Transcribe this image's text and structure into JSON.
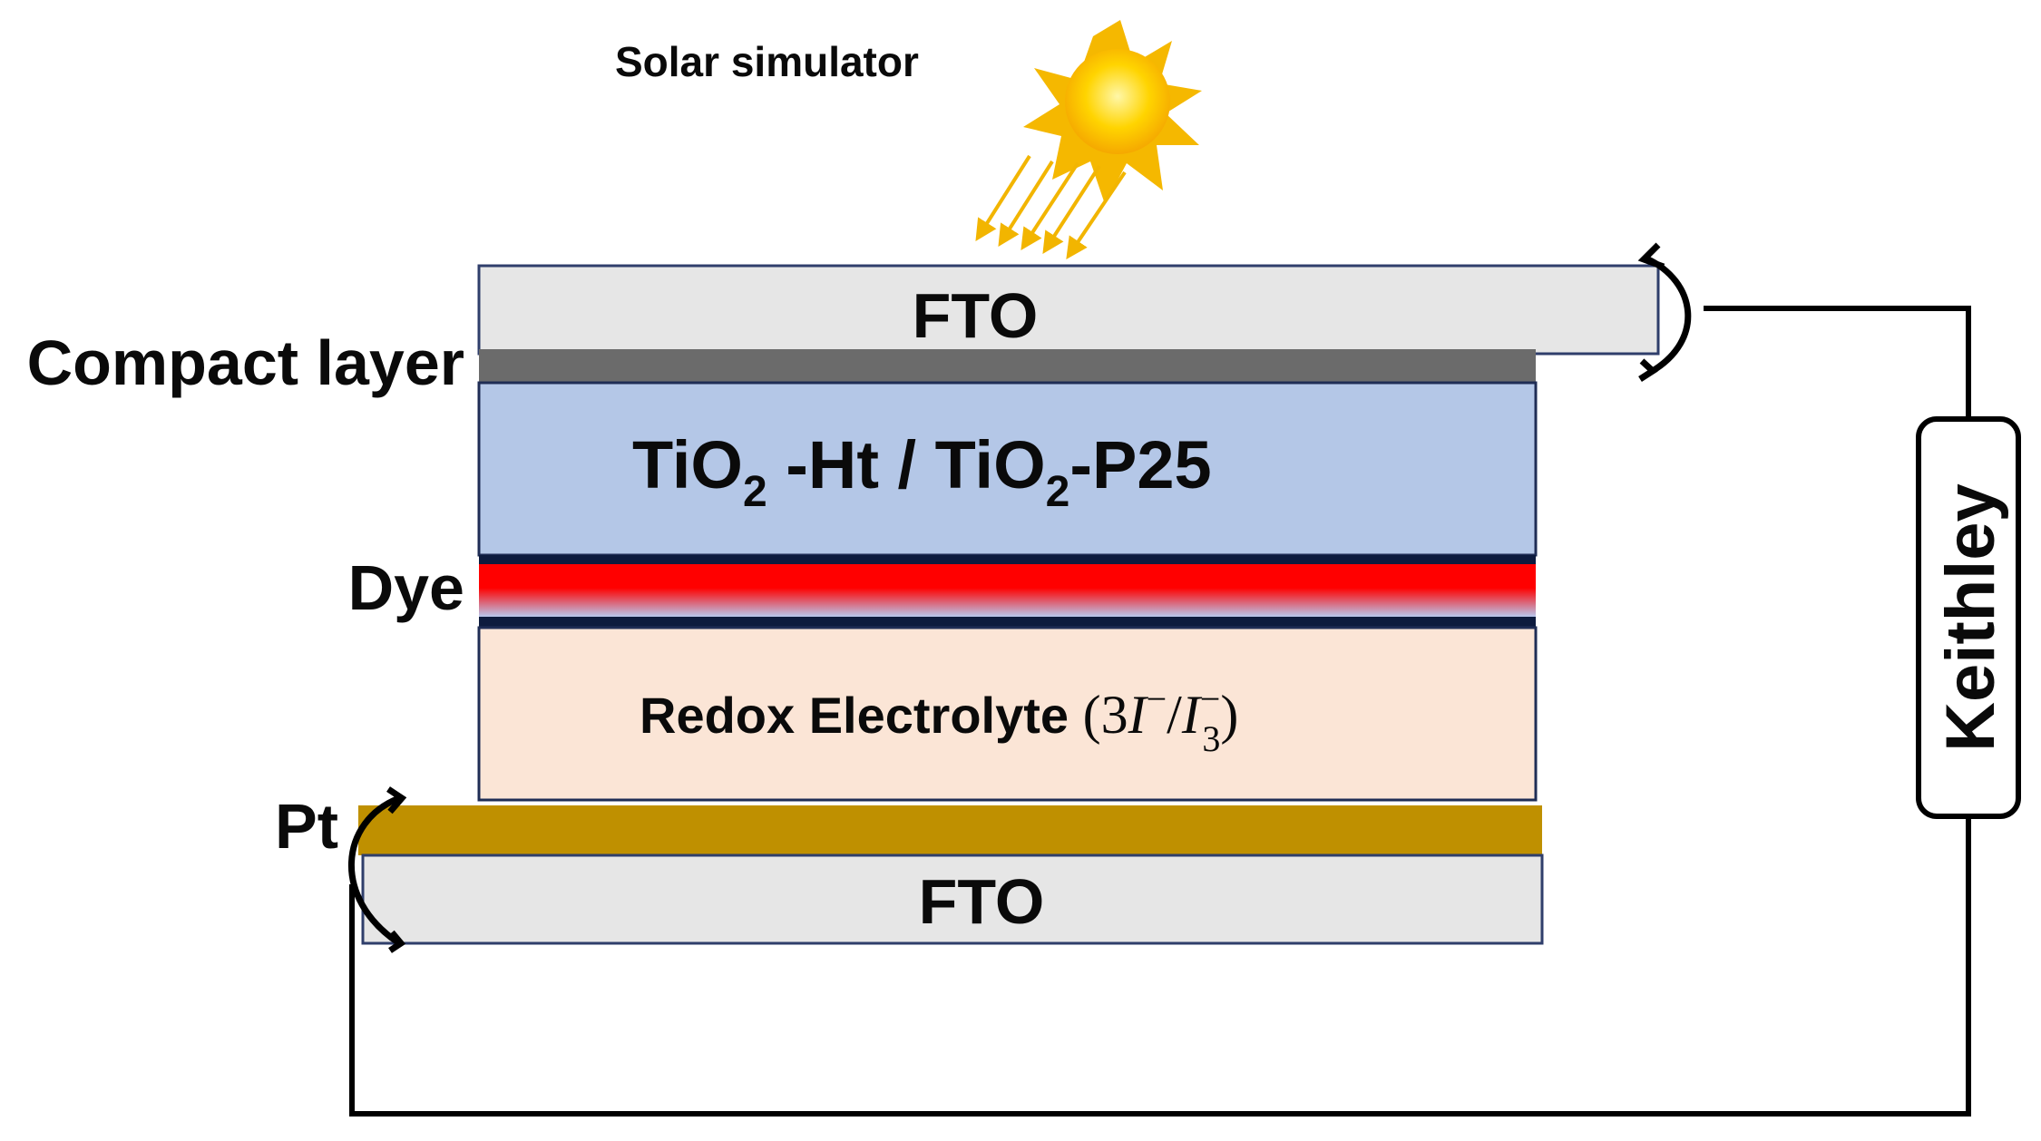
{
  "labels": {
    "solar_simulator": "Solar simulator",
    "fto_top": "FTO",
    "compact_layer": "Compact layer",
    "tio2_part1": "TiO",
    "tio2_sub1": "2",
    "tio2_part2": " -Ht / TiO",
    "tio2_sub2": "2",
    "tio2_part3": "-P25",
    "dye": "Dye",
    "electrolyte_text": "Redox Electrolyte ",
    "electrolyte_formula_open": "(3",
    "electrolyte_formula_i1": "I",
    "electrolyte_formula_sup1": "−",
    "electrolyte_formula_slash": "/",
    "electrolyte_formula_i2": "I",
    "electrolyte_formula_sup2": "−",
    "electrolyte_formula_sub2": "3",
    "electrolyte_formula_close": ")",
    "pt": "Pt",
    "fto_bottom": "FTO",
    "keithley": "Keithley"
  },
  "colors": {
    "fto": "#e6e6e6",
    "fto_border": "#2f3e6b",
    "compact_layer": "#6b6b6b",
    "tio2": "#b4c7e7",
    "tio2_border": "#1f2d55",
    "dye_red": "#ff0000",
    "dye_border": "#0d1b3e",
    "electrolyte": "#fbe5d6",
    "pt": "#bf9000",
    "wire": "#000000",
    "sun_core": "#ffd000",
    "sun_rays": "#f5b800",
    "light_rays": "#f2b500"
  },
  "icons": {
    "sun": "sun-icon",
    "light_beam": "light-rays-icon",
    "meter": "keithley-meter-icon"
  }
}
